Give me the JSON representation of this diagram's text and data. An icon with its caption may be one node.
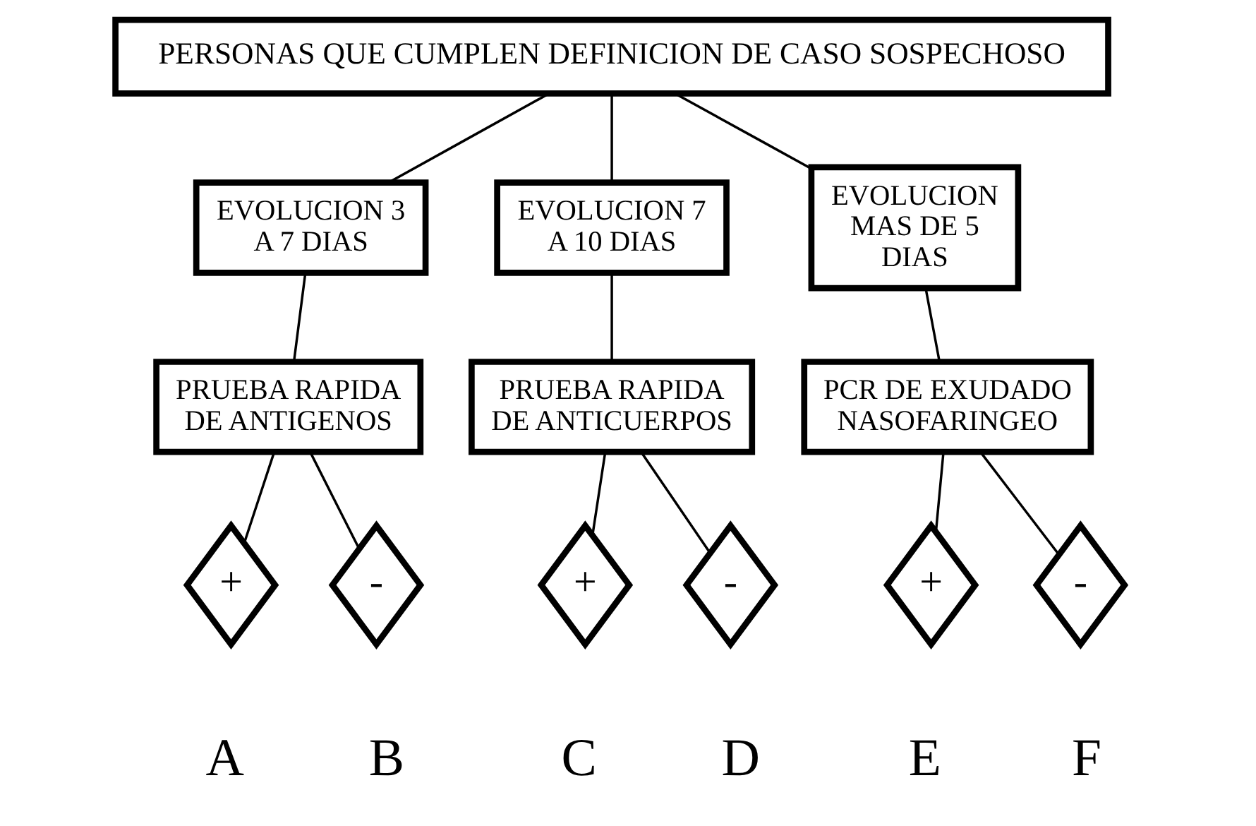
{
  "diagram": {
    "nodes": [
      {
        "text": [
          "PERSONAS QUE CUMPLEN DEFINICION DE CASO SOSPECHOSO"
        ]
      },
      {
        "text": [
          "EVOLUCION 3 A 7 DIAS"
        ]
      },
      {
        "text": [
          "EVOLUCION 7 A 10 DIAS"
        ]
      },
      {
        "text": [
          "EVOLUCION MAS DE 5 DIAS"
        ]
      },
      {
        "text": [
          "PRUEBA RAPIDA DE ANTIGENOS"
        ]
      },
      {
        "text": [
          "PRUEBA RAPIDA DE ANTICUERPOS"
        ]
      },
      {
        "text": [
          "PCR DE EXUDADO NASOFARINGEO"
        ]
      },
      {
        "text": [
          "+"
        ],
        "beside": [
          "A"
        ]
      },
      {
        "text": [
          "-"
        ],
        "beside": [
          "B"
        ]
      },
      {
        "text": [
          "+"
        ],
        "beside": [
          "C"
        ]
      },
      {
        "text": [
          "-"
        ],
        "beside": [
          "D"
        ]
      },
      {
        "text": [
          "+"
        ],
        "beside": [
          "E"
        ]
      },
      {
        "text": [
          "-"
        ],
        "beside": [
          "F"
        ]
      }
    ],
    "edges": [
      {
        "from": 0,
        "to": 1,
        "arrow": "none"
      },
      {
        "from": 0,
        "to": 2,
        "arrow": "none"
      },
      {
        "from": 0,
        "to": 3,
        "arrow": "none"
      },
      {
        "from": 1,
        "to": 4,
        "arrow": "none"
      },
      {
        "from": 2,
        "to": 5,
        "arrow": "none"
      },
      {
        "from": 3,
        "to": 6,
        "arrow": "none"
      },
      {
        "from": 4,
        "to": 7,
        "arrow": "none"
      },
      {
        "from": 4,
        "to": 8,
        "arrow": "none"
      },
      {
        "from": 5,
        "to": 9,
        "arrow": "none"
      },
      {
        "from": 5,
        "to": 10,
        "arrow": "none"
      },
      {
        "from": 6,
        "to": 11,
        "arrow": "none"
      },
      {
        "from": 6,
        "to": 12,
        "arrow": "none"
      }
    ]
  }
}
